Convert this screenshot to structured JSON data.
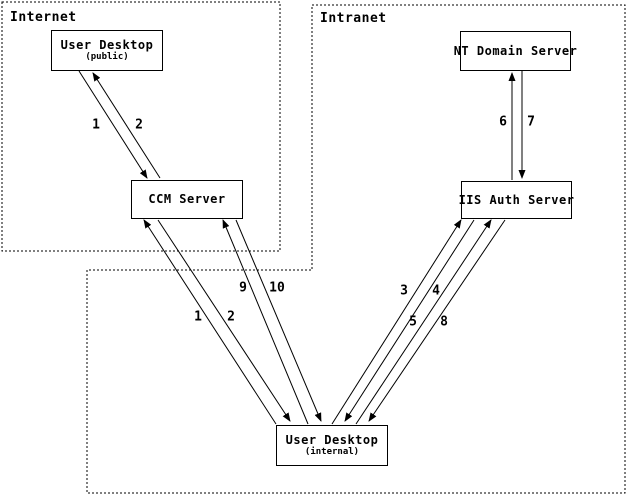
{
  "regions": {
    "internet": {
      "label": "Internet"
    },
    "intranet": {
      "label": "Intranet"
    }
  },
  "nodes": {
    "user_desktop_public": {
      "title": "User Desktop",
      "subtitle": "(public)"
    },
    "ccm_server": {
      "title": "CCM Server"
    },
    "nt_domain_server": {
      "title": "NT Domain Server"
    },
    "iis_auth_server": {
      "title": "IIS Auth Server"
    },
    "user_desktop_internal": {
      "title": "User Desktop",
      "subtitle": "(internal)"
    }
  },
  "flow_labels": {
    "public_ccm": [
      "1",
      "2"
    ],
    "nt_iis": [
      "6",
      "7"
    ],
    "ccm_internal_a": [
      "1",
      "2"
    ],
    "ccm_internal_b": [
      "9",
      "10"
    ],
    "iis_internal_a": [
      "3",
      "4"
    ],
    "iis_internal_b": [
      "5",
      "8"
    ]
  },
  "edges": [
    {
      "label": "1",
      "from": "User Desktop (public)",
      "to": "CCM Server"
    },
    {
      "label": "2",
      "from": "CCM Server",
      "to": "User Desktop (public)"
    },
    {
      "label": "1",
      "from": "User Desktop (internal)",
      "to": "CCM Server"
    },
    {
      "label": "2",
      "from": "CCM Server",
      "to": "User Desktop (internal)"
    },
    {
      "label": "3",
      "from": "User Desktop (internal)",
      "to": "IIS Auth Server"
    },
    {
      "label": "4",
      "from": "IIS Auth Server",
      "to": "User Desktop (internal)"
    },
    {
      "label": "5",
      "from": "User Desktop (internal)",
      "to": "IIS Auth Server"
    },
    {
      "label": "6",
      "from": "IIS Auth Server",
      "to": "NT Domain Server"
    },
    {
      "label": "7",
      "from": "NT Domain Server",
      "to": "IIS Auth Server"
    },
    {
      "label": "8",
      "from": "IIS Auth Server",
      "to": "User Desktop (internal)"
    },
    {
      "label": "9",
      "from": "User Desktop (internal)",
      "to": "CCM Server"
    },
    {
      "label": "10",
      "from": "CCM Server",
      "to": "User Desktop (internal)"
    }
  ],
  "colors": {
    "line": "#000000",
    "background": "#ffffff"
  }
}
